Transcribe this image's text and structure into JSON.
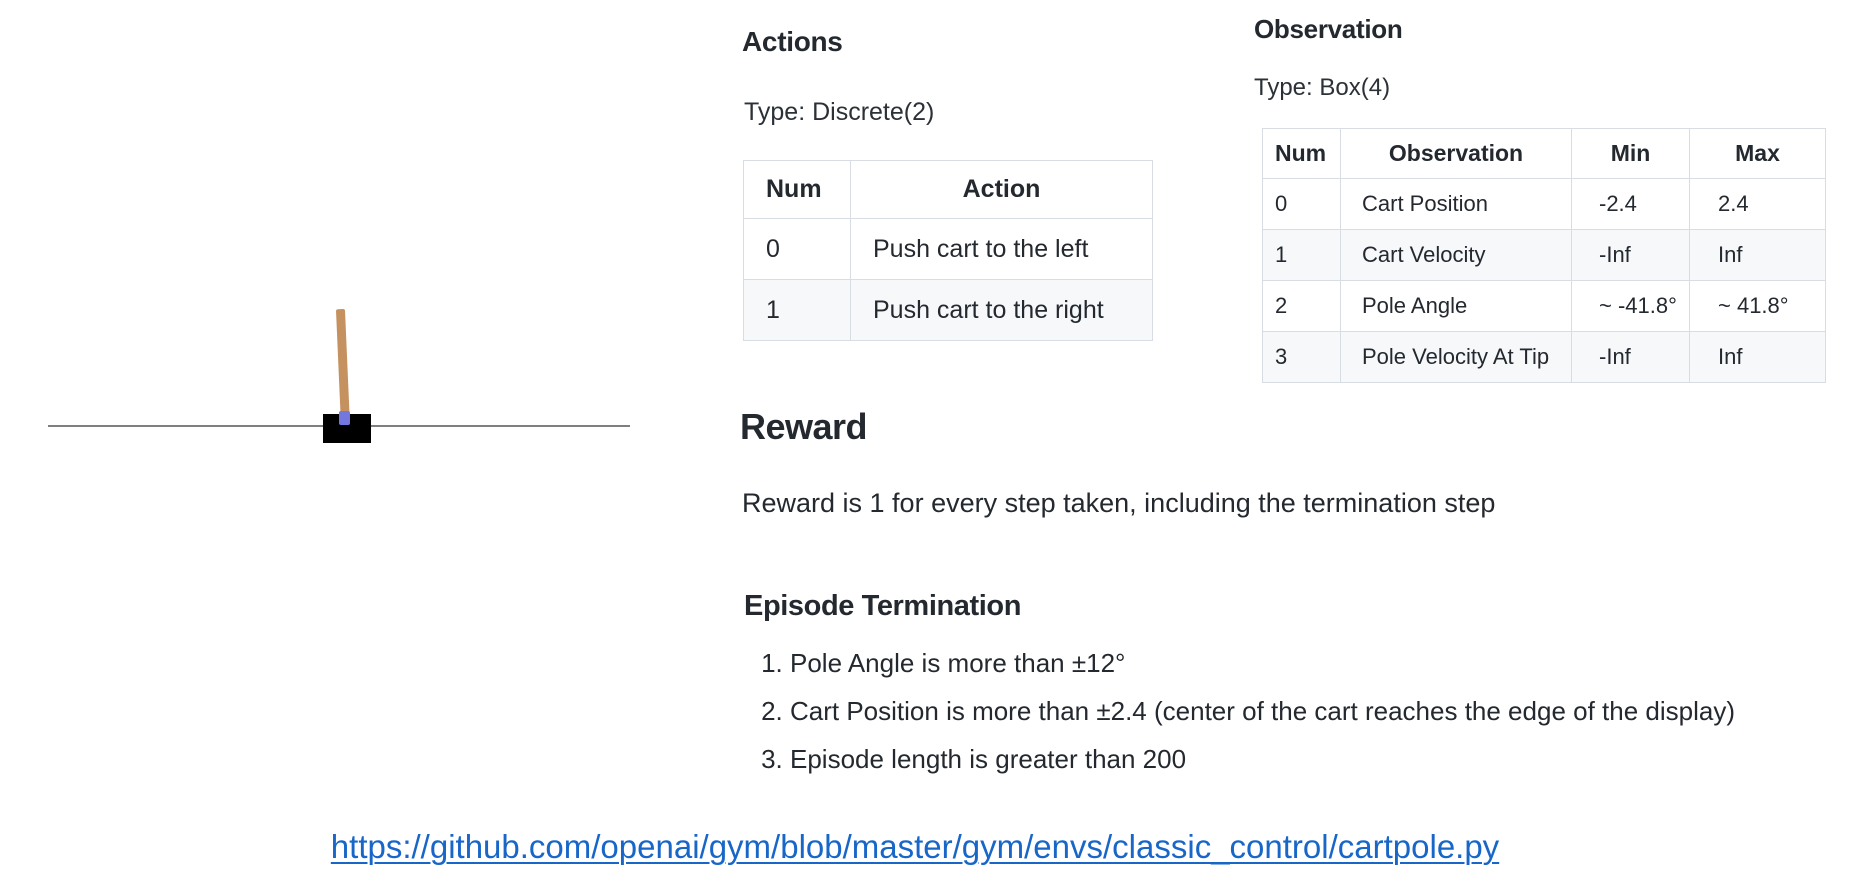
{
  "cartpole_figure": {
    "parts": [
      "track",
      "cart",
      "pole",
      "axle"
    ]
  },
  "actions": {
    "heading": "Actions",
    "type_label": "Type: Discrete(2)",
    "table": {
      "headers": [
        "Num",
        "Action"
      ],
      "rows": [
        [
          "0",
          "Push cart to the left"
        ],
        [
          "1",
          "Push cart to the right"
        ]
      ]
    }
  },
  "observation": {
    "heading": "Observation",
    "type_label": "Type: Box(4)",
    "table": {
      "headers": [
        "Num",
        "Observation",
        "Min",
        "Max"
      ],
      "rows": [
        [
          "0",
          "Cart Position",
          "-2.4",
          "2.4"
        ],
        [
          "1",
          "Cart Velocity",
          "-Inf",
          "Inf"
        ],
        [
          "2",
          "Pole Angle",
          "~ -41.8°",
          "~ 41.8°"
        ],
        [
          "3",
          "Pole Velocity At Tip",
          "-Inf",
          "Inf"
        ]
      ]
    }
  },
  "reward": {
    "heading": "Reward",
    "text": "Reward is 1 for every step taken, including the termination step"
  },
  "episode_termination": {
    "heading": "Episode Termination",
    "items": [
      "Pole Angle is more than ±12°",
      "Cart Position is more than ±2.4 (center of the cart reaches the edge of the display)",
      "Episode length is greater than 200"
    ]
  },
  "link": {
    "url": "https://github.com/openai/gym/blob/master/gym/envs/classic_control/cartpole.py"
  },
  "colors": {
    "text": "#24292f",
    "table_border": "#d8dde3",
    "row_alt_bg": "#f6f8fa",
    "link_blue": "#1766c8",
    "track_gray": "#7f7f7f",
    "cart_black": "#000000",
    "pole_tan": "#c5915f",
    "axle_blue": "#7477de"
  }
}
